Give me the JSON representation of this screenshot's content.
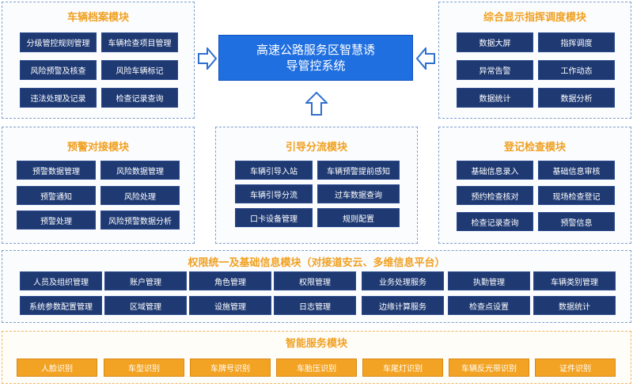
{
  "center_title": "高速公路服务区智慧诱导管控系统",
  "vehicle_archive": {
    "title": "车辆档案模块",
    "items": [
      "分级管控规则管理",
      "车辆检查项目管理",
      "风险预警及核查",
      "风险车辆标记",
      "违法处理及记录",
      "检查记录查询"
    ]
  },
  "dispatch": {
    "title": "综合显示指挥调度模块",
    "items": [
      "数据大屏",
      "指挥调度",
      "异常告警",
      "工作动态",
      "数据统计",
      "数据分析"
    ]
  },
  "warning": {
    "title": "预警对接模块",
    "items": [
      "预警数据管理",
      "风险数据管理",
      "预警通知",
      "风险处理",
      "预警处理",
      "风险预警数据分析"
    ]
  },
  "guidance": {
    "title": "引导分流模块",
    "items": [
      "车辆引导入站",
      "车辆预警提前感知",
      "车辆引导分流",
      "过车数据查询",
      "口卡设备管理",
      "规则配置"
    ]
  },
  "inspection": {
    "title": "登记检查模块",
    "items": [
      "基础信息录入",
      "基础信息审核",
      "预约检查核对",
      "现场检查登记",
      "检查记录查询",
      "预警信息"
    ]
  },
  "permission": {
    "title": "权限统一及基础信息模块（对接道安云、多维信息平台）",
    "row1": [
      "人员及组织管理",
      "账户管理",
      "角色管理",
      "权限管理",
      "业务处理服务",
      "执勤管理",
      "车辆类别管理"
    ],
    "row2": [
      "系统参数配置管理",
      "区域管理",
      "设施管理",
      "日志管理",
      "边缘计算服务",
      "检查点设置",
      "数据统计"
    ]
  },
  "smart": {
    "title": "智能服务模块",
    "items": [
      "人脸识别",
      "车型识别",
      "车牌号识别",
      "车胎压识别",
      "车尾灯识别",
      "车辆反光带识别",
      "证件识别"
    ]
  },
  "colors": {
    "navy": "#1f3a73",
    "blue": "#1f6fe0",
    "orange": "#f3a323",
    "title_orange": "#f0a020"
  }
}
